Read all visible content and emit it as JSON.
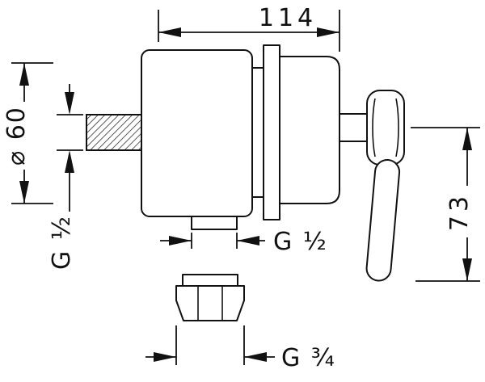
{
  "drawing": {
    "dimensions": {
      "width": "114",
      "diameter": "⌀ 60",
      "inlet_thread": "G ½",
      "outlet_thread": "G ½",
      "lever_length": "73",
      "nut_thread": "G ¾"
    },
    "colors": {
      "line": "#111111",
      "background": "#ffffff"
    }
  }
}
